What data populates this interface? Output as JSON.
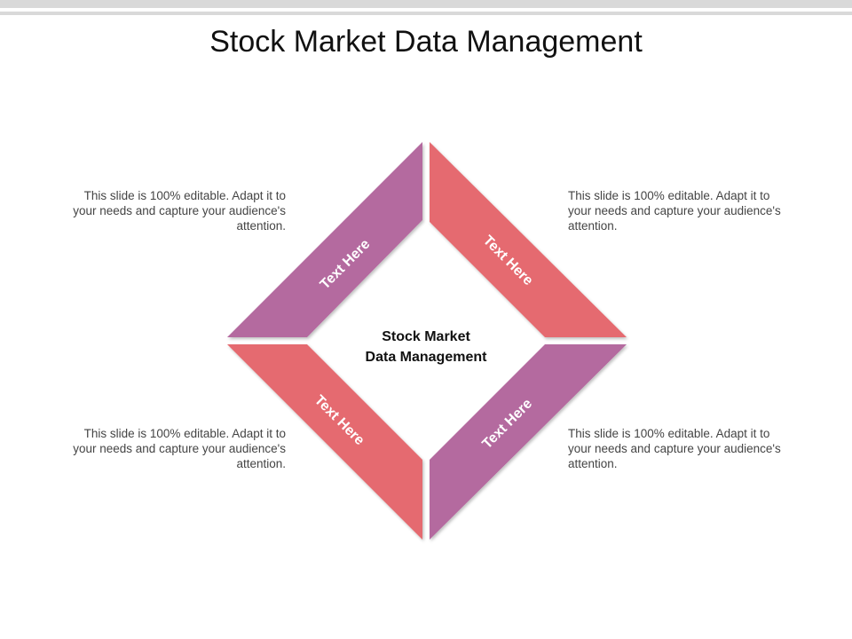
{
  "title": "Stock Market Data Management",
  "center_label_line1": "Stock Market",
  "center_label_line2": "Data Management",
  "colors": {
    "purple": "#b46a9f",
    "red": "#e56b6f"
  },
  "segments": [
    {
      "label": "Text Here",
      "color": "#b46a9f"
    },
    {
      "label": "Text Here",
      "color": "#e56b6f"
    },
    {
      "label": "Text Here",
      "color": "#e56b6f"
    },
    {
      "label": "Text Here",
      "color": "#b46a9f"
    }
  ],
  "descriptions": [
    "This slide is 100% editable. Adapt it to your needs and capture your audience's attention.",
    "This slide is 100% editable. Adapt it to your needs and capture your audience's attention.",
    "This slide is 100% editable. Adapt it to your needs and capture your audience's attention.",
    "This slide is 100% editable. Adapt it to your needs and capture your audience's attention."
  ]
}
